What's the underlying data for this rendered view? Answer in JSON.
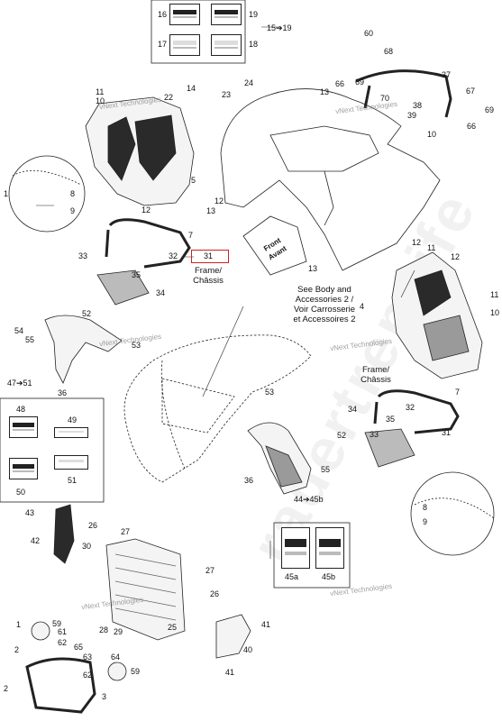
{
  "callouts": {
    "c16": "16",
    "c19": "19",
    "c17": "17",
    "c18": "18",
    "c15_19": "15➔19",
    "c60": "60",
    "c68": "68",
    "c24": "24",
    "c14a": "14",
    "c11a": "11",
    "c10a": "10",
    "c23": "23",
    "c22": "22",
    "c13a": "13",
    "c37": "37",
    "c66a": "66",
    "c69a": "69",
    "c70": "70",
    "c38": "38",
    "c39": "39",
    "c67": "67",
    "c69b": "69",
    "c66b": "66",
    "c10b": "10",
    "c5": "5",
    "c8a": "8",
    "c9a": "9",
    "c1a": "1",
    "c12a": "12",
    "c12b": "12",
    "c13b": "13",
    "c7a": "7",
    "c33": "33",
    "c32": "32",
    "c31a": "31",
    "c35a": "35",
    "c34a": "34",
    "c12c": "12",
    "c11b": "11",
    "c12d": "12",
    "c13c": "13",
    "c11c": "11",
    "c10c": "10",
    "c4": "4",
    "c52": "52",
    "c54": "54",
    "c55a": "55",
    "c53": "53",
    "c47_51": "47➔51",
    "c36a": "36",
    "c48": "48",
    "c49": "49",
    "c50": "50",
    "c51": "51",
    "c53b": "53",
    "c52b": "52",
    "c36b": "36",
    "c55b": "55",
    "c44_45b": "44➔45b",
    "c45a": "45a",
    "c45b": "45b",
    "c43": "43",
    "c42": "42",
    "c26a": "26",
    "c27a": "27",
    "c30": "30",
    "c27b": "27",
    "c26b": "26",
    "c28": "28",
    "c29": "29",
    "c25": "25",
    "c41a": "41",
    "c40": "40",
    "c41b": "41",
    "c59a": "59",
    "c61": "61",
    "c62": "62",
    "c65": "65",
    "c63": "63",
    "c62b": "62",
    "c64": "64",
    "c2a": "2",
    "c1b": "1",
    "c2b": "2",
    "c59b": "59",
    "c3": "3",
    "c7b": "7",
    "c34b": "34",
    "c35b": "35",
    "c32b": "32",
    "c33b": "33",
    "c31b": "31",
    "c8b": "8",
    "c9b": "9"
  },
  "notes": {
    "frame_left": [
      "Frame/",
      "Châssis"
    ],
    "frame_right": [
      "Frame/",
      "Châssis"
    ],
    "see_body": [
      "See Body and",
      "Accessories 2 /",
      "Voir Carrosserie",
      "et Accessoires 2"
    ],
    "front": [
      "Front",
      "Avant"
    ]
  },
  "watermarks": [
    "vNext Technologies",
    "vNext Technologies",
    "vNext Technologies",
    "vNext Technologies",
    "vNext Technologies",
    "vNext Technologies"
  ],
  "background_mark": "radertrepaife",
  "colors": {
    "line": "#222222",
    "highlight": "#d11f1f",
    "fill_dark": "#2a2a2a",
    "fill_mid": "#9a9a9a"
  }
}
